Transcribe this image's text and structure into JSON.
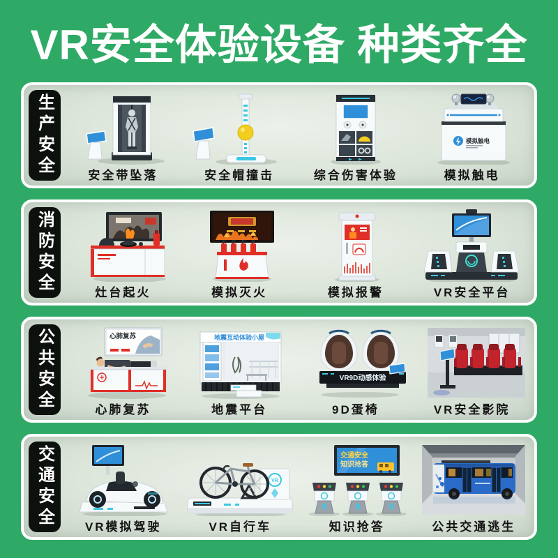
{
  "banner": {
    "title": "VR安全体验设备 种类齐全"
  },
  "colors": {
    "background_green": "#2faa66",
    "card_background": "#dde6db",
    "card_border": "#ffffff",
    "tab_background": "#0c110d",
    "tab_text": "#ffffff",
    "label_text": "#131313",
    "accent_teal": "#39c8e3",
    "accent_blue": "#2f8fd8",
    "accent_red": "#df2f27",
    "accent_yellow": "#f2cf1d"
  },
  "sections": [
    {
      "tab": "生产安全",
      "items": [
        {
          "label": "安全带坠落",
          "icon": "harness-fall-machine"
        },
        {
          "label": "安全帽撞击",
          "icon": "helmet-impact-machine"
        },
        {
          "label": "综合伤害体验",
          "icon": "injury-experience-cabinet"
        },
        {
          "label": "模拟触电",
          "icon": "electric-shock-simulator"
        }
      ]
    },
    {
      "tab": "消防安全",
      "items": [
        {
          "label": "灶台起火",
          "icon": "stove-fire-station"
        },
        {
          "label": "模拟灭火",
          "icon": "fire-extinguisher-trainer"
        },
        {
          "label": "模拟报警",
          "icon": "alarm-kiosk"
        },
        {
          "label": "VR安全平台",
          "icon": "vr-safety-platform"
        }
      ]
    },
    {
      "tab": "公共安全",
      "items": [
        {
          "label": "心肺复苏",
          "icon": "cpr-trainer"
        },
        {
          "label": "地震平台",
          "icon": "earthquake-room"
        },
        {
          "label": "9D蛋椅",
          "icon": "egg-chairs"
        },
        {
          "label": "VR安全影院",
          "icon": "vr-cinema-photo"
        }
      ]
    },
    {
      "tab": "交通安全",
      "items": [
        {
          "label": "VR模拟驾驶",
          "icon": "driving-simulator"
        },
        {
          "label": "VR自行车",
          "icon": "vr-bicycle"
        },
        {
          "label": "知识抢答",
          "icon": "quiz-podiums"
        },
        {
          "label": "公共交通逃生",
          "icon": "bus-escape-photo"
        }
      ]
    }
  ],
  "machine_text": {
    "electric_shock_logo": "模拟触电",
    "cpr_poster_title": "心肺复苏",
    "earthquake_banner": "地震互动体验小屋",
    "egg_chair_banner": "VR9D动感体验",
    "quiz_screen_line1": "交通安全",
    "quiz_screen_line2": "知识抢答",
    "vr_logo": "VR"
  }
}
